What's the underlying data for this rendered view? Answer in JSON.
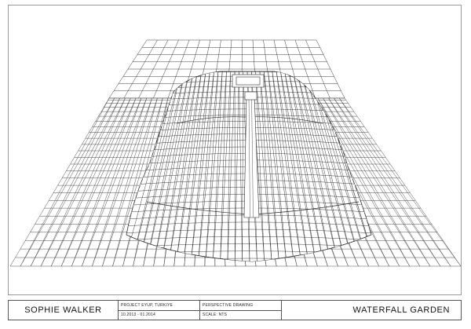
{
  "title_block": {
    "author": "SOPHIE WALKER",
    "project_line": "PROJECT EYUP, TURKIYE",
    "date_range": "10.2013 - 01.2014",
    "drawing_type": "PERSPECTIVE DRAWING",
    "scale": "SCALE: NTS",
    "drawing_title": "WATERFALL GARDEN"
  },
  "colors": {
    "linework": "#3a3a3a",
    "paper": "#ffffff",
    "frame": "#9a9a9a"
  }
}
